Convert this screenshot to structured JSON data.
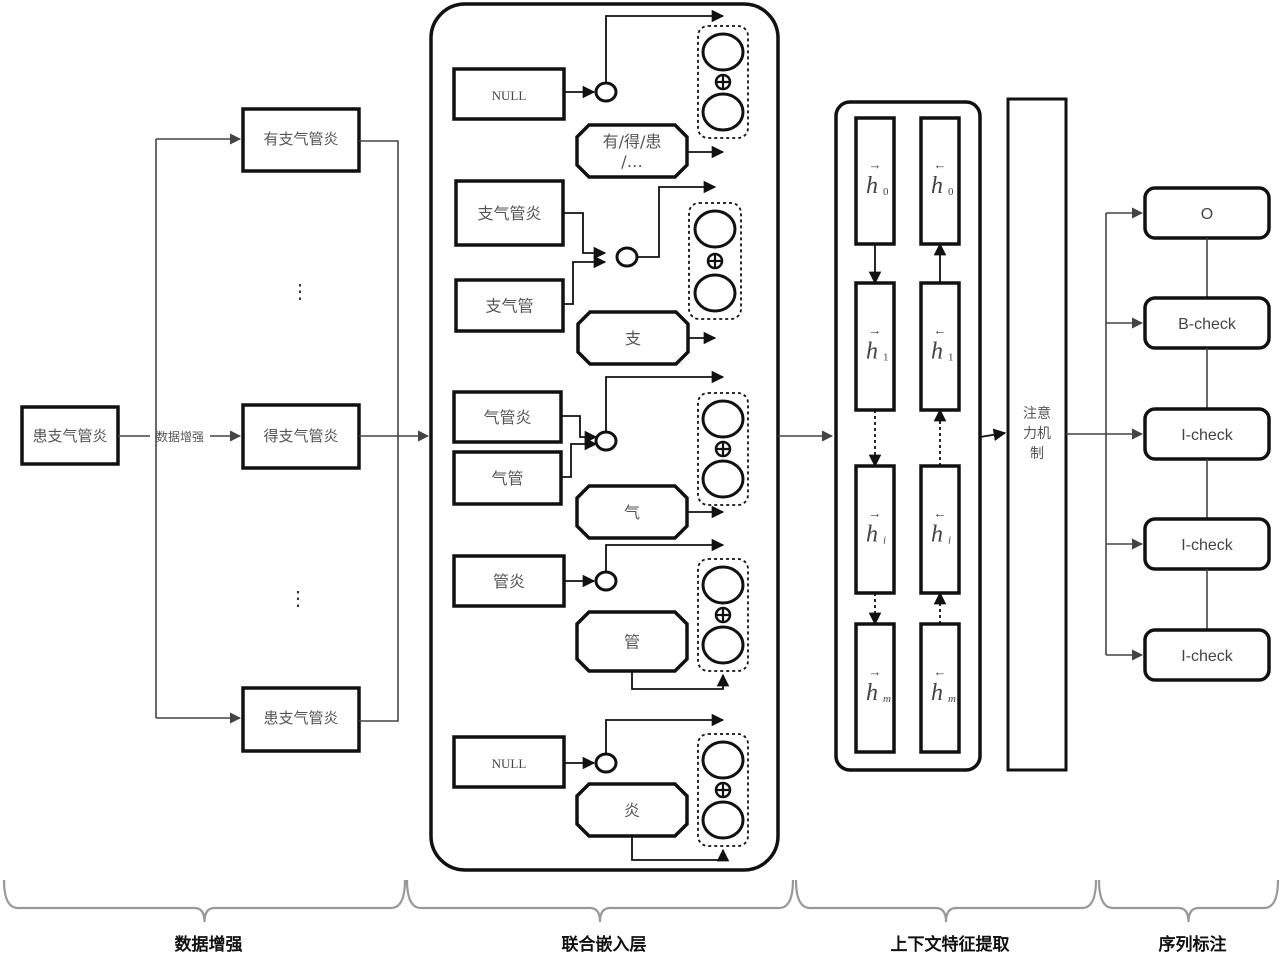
{
  "input": {
    "text": "患支气管炎",
    "arrow_label": "数据增强"
  },
  "augmentation": {
    "variants": [
      "有支气管炎",
      "得支气管炎",
      "患支气管炎"
    ],
    "ellipsis": "⋮"
  },
  "joint_embedding": {
    "groups": [
      {
        "words": [
          "NULL"
        ],
        "char": "有/得/患\n/…",
        "char_lines": [
          "有/得/患",
          "/…"
        ],
        "word_font": "serif"
      },
      {
        "words": [
          "支气管炎",
          "支气管"
        ],
        "char": "支",
        "char_lines": [
          "支"
        ],
        "word_font": "cjk"
      },
      {
        "words": [
          "气管炎",
          "气管"
        ],
        "char": "气",
        "char_lines": [
          "气"
        ],
        "word_font": "cjk"
      },
      {
        "words": [
          "管炎"
        ],
        "char": "管",
        "char_lines": [
          "管"
        ],
        "word_font": "cjk"
      },
      {
        "words": [
          "NULL"
        ],
        "char": "炎",
        "char_lines": [
          "炎"
        ],
        "word_font": "serif"
      }
    ],
    "concat_symbol": "⊕"
  },
  "context": {
    "forward": [
      {
        "symbol": "h",
        "sub": "0",
        "arrow": "→"
      },
      {
        "symbol": "h",
        "sub": "1",
        "arrow": "→"
      },
      {
        "symbol": "h",
        "sub": "i",
        "arrow": "→"
      },
      {
        "symbol": "h",
        "sub": "m",
        "arrow": "→"
      }
    ],
    "backward": [
      {
        "symbol": "h",
        "sub": "0",
        "arrow": "←"
      },
      {
        "symbol": "h",
        "sub": "1",
        "arrow": "←"
      },
      {
        "symbol": "h",
        "sub": "i",
        "arrow": "←"
      },
      {
        "symbol": "h",
        "sub": "m",
        "arrow": "←"
      }
    ],
    "attention_lines": [
      "注意",
      "力机",
      "制"
    ]
  },
  "labels": [
    "O",
    "B-check",
    "I-check",
    "I-check",
    "I-check"
  ],
  "stages": [
    "数据增强",
    "联合嵌入层",
    "上下文特征提取",
    "序列标注"
  ],
  "colors": {
    "stroke": "#111111",
    "text": "#555555",
    "brace": "#999999"
  }
}
